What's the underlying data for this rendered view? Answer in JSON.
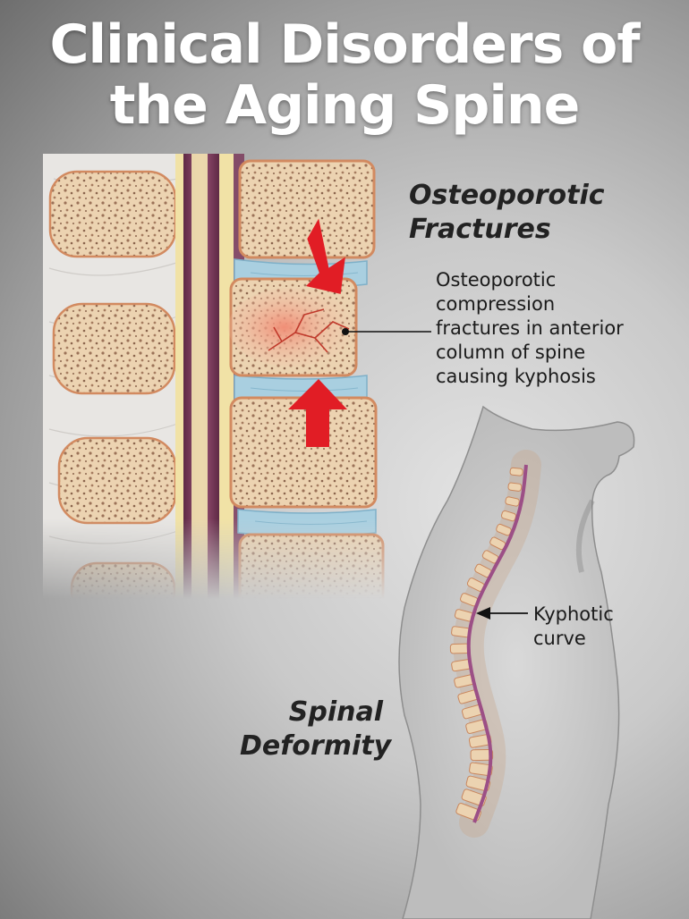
{
  "title_line_1": "Clinical Disorders of",
  "title_line_2": "the Aging Spine",
  "sections": {
    "fractures": {
      "heading_line_1": "Osteoporotic",
      "heading_line_2": "Fractures",
      "note_lines": [
        "Osteoporotic",
        "compression",
        "fractures in anterior",
        "column of spine",
        "causing kyphosis"
      ]
    },
    "deformity": {
      "heading_line_1": "Spinal",
      "heading_line_2": "Deformity",
      "note_lines": [
        "Kyphotic",
        "curve"
      ]
    }
  },
  "colors": {
    "bone": "#ecd3b1",
    "bone_edge": "#d28a60",
    "disc": "#a9cfe0",
    "spinal_cord": "#7b3b5c",
    "fracture": "#f2a894",
    "arrow": "#e11d25"
  }
}
